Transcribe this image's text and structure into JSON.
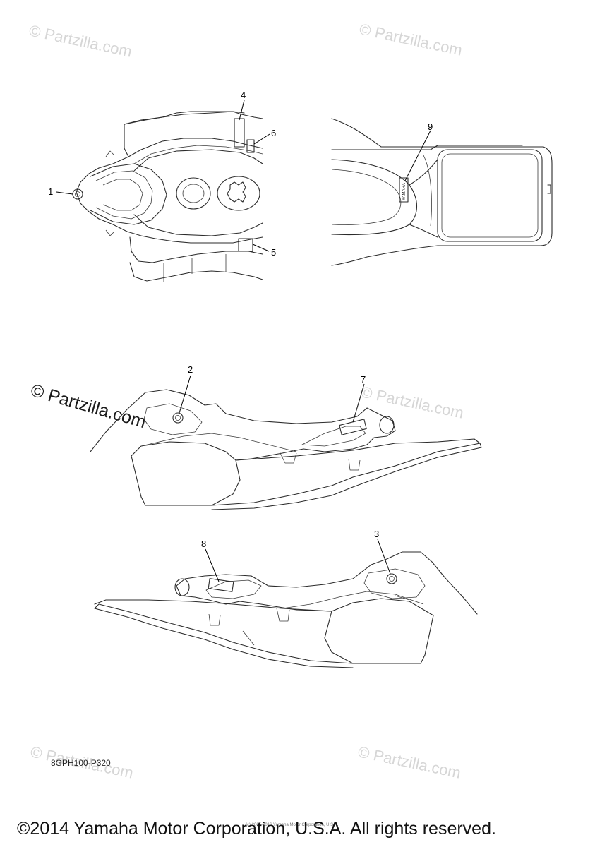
{
  "watermark": {
    "text": "© Partzilla.com"
  },
  "callouts": {
    "c1": "1",
    "c2": "2",
    "c3": "3",
    "c4": "4",
    "c5": "5",
    "c6": "6",
    "c7": "7",
    "c8": "8",
    "c9": "9"
  },
  "drawing_code": "8GPH100-P320",
  "small_copyright": "(c) 2005-2016 Yamaha Motor Corporation, U.S.A.",
  "copyright": "©2014 Yamaha Motor Corporation, U.S.A. All rights reserved.",
  "colors": {
    "line": "#2b2b2b",
    "watermark": "#d6d6d6",
    "background": "#ffffff"
  }
}
